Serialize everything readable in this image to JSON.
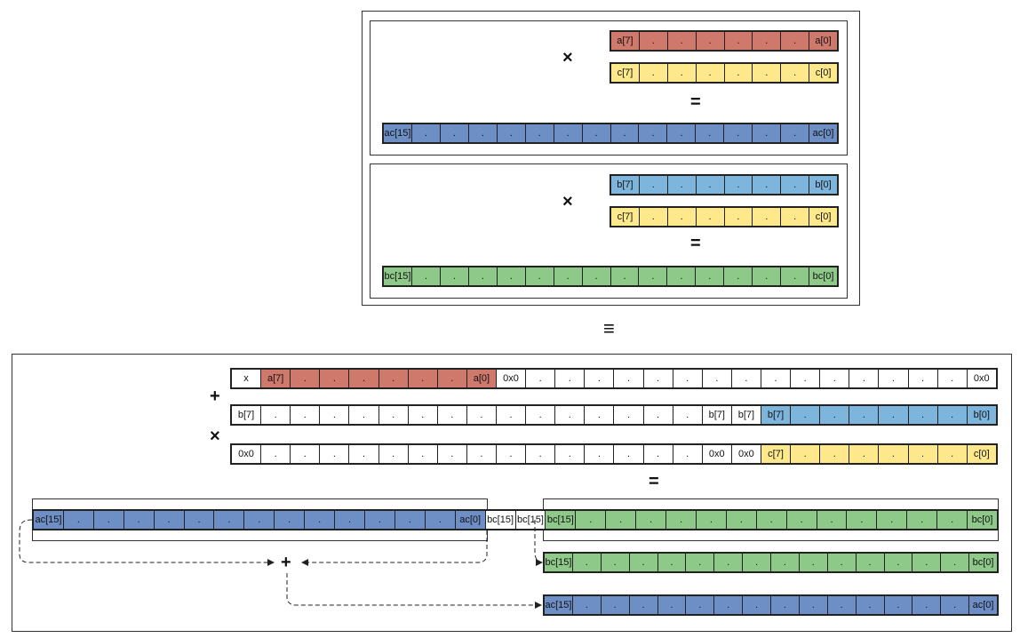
{
  "colors": {
    "red": "#cf786c",
    "yellow": "#fde88c",
    "blue": "#6e8fc6",
    "light_blue": "#7eb5dd",
    "green": "#8ec98a"
  },
  "top": {
    "panel1": {
      "op_times": "×",
      "op_equals": "=",
      "reg_a": [
        "a[7]",
        ".",
        ".",
        ".",
        ".",
        ".",
        ".",
        "a[0]"
      ],
      "reg_c": [
        "c[7]",
        ".",
        ".",
        ".",
        ".",
        ".",
        ".",
        "c[0]"
      ],
      "reg_ac": [
        "ac[15]",
        ".",
        ".",
        ".",
        ".",
        ".",
        ".",
        ".",
        ".",
        ".",
        ".",
        ".",
        ".",
        ".",
        ".",
        "ac[0]"
      ]
    },
    "panel2": {
      "op_times": "×",
      "op_equals": "=",
      "reg_b": [
        "b[7]",
        ".",
        ".",
        ".",
        ".",
        ".",
        ".",
        "b[0]"
      ],
      "reg_c": [
        "c[7]",
        ".",
        ".",
        ".",
        ".",
        ".",
        ".",
        "c[0]"
      ],
      "reg_bc": [
        "bc[15]",
        ".",
        ".",
        ".",
        ".",
        ".",
        ".",
        ".",
        ".",
        ".",
        ".",
        ".",
        ".",
        ".",
        ".",
        "bc[0]"
      ]
    }
  },
  "equivalent_symbol": "≡",
  "bottom": {
    "op_plus": "+",
    "op_times": "×",
    "op_equals": "=",
    "op_sum": "+",
    "row_a": [
      "x",
      "a[7]",
      ".",
      ".",
      ".",
      ".",
      ".",
      ".",
      "a[0]",
      "0x0",
      ".",
      ".",
      ".",
      ".",
      ".",
      ".",
      ".",
      ".",
      ".",
      ".",
      ".",
      ".",
      ".",
      ".",
      ".",
      "0x0"
    ],
    "row_b": [
      "b[7]",
      ".",
      ".",
      ".",
      ".",
      ".",
      ".",
      ".",
      ".",
      ".",
      ".",
      ".",
      ".",
      ".",
      ".",
      ".",
      "b[7]",
      "b[7]",
      "b[7]",
      ".",
      ".",
      ".",
      ".",
      ".",
      ".",
      "b[0]"
    ],
    "row_c": [
      "0x0",
      ".",
      ".",
      ".",
      ".",
      ".",
      ".",
      ".",
      ".",
      ".",
      ".",
      ".",
      ".",
      ".",
      ".",
      ".",
      "0x0",
      "0x0",
      "c[7]",
      ".",
      ".",
      ".",
      ".",
      ".",
      ".",
      "c[0]"
    ],
    "row_result": [
      "ac[15]",
      ".",
      ".",
      ".",
      ".",
      ".",
      ".",
      ".",
      ".",
      ".",
      ".",
      ".",
      ".",
      ".",
      "ac[0]",
      "bc[15]",
      "bc[15]",
      "bc[15]",
      ".",
      ".",
      ".",
      ".",
      ".",
      ".",
      ".",
      ".",
      ".",
      ".",
      ".",
      ".",
      ".",
      "bc[0]"
    ],
    "row_bc": [
      "bc[15]",
      ".",
      ".",
      ".",
      ".",
      ".",
      ".",
      ".",
      ".",
      ".",
      ".",
      ".",
      ".",
      ".",
      ".",
      "bc[0]"
    ],
    "row_ac": [
      "ac[15]",
      ".",
      ".",
      ".",
      ".",
      ".",
      ".",
      ".",
      ".",
      ".",
      ".",
      ".",
      ".",
      ".",
      ".",
      "ac[0]"
    ]
  }
}
